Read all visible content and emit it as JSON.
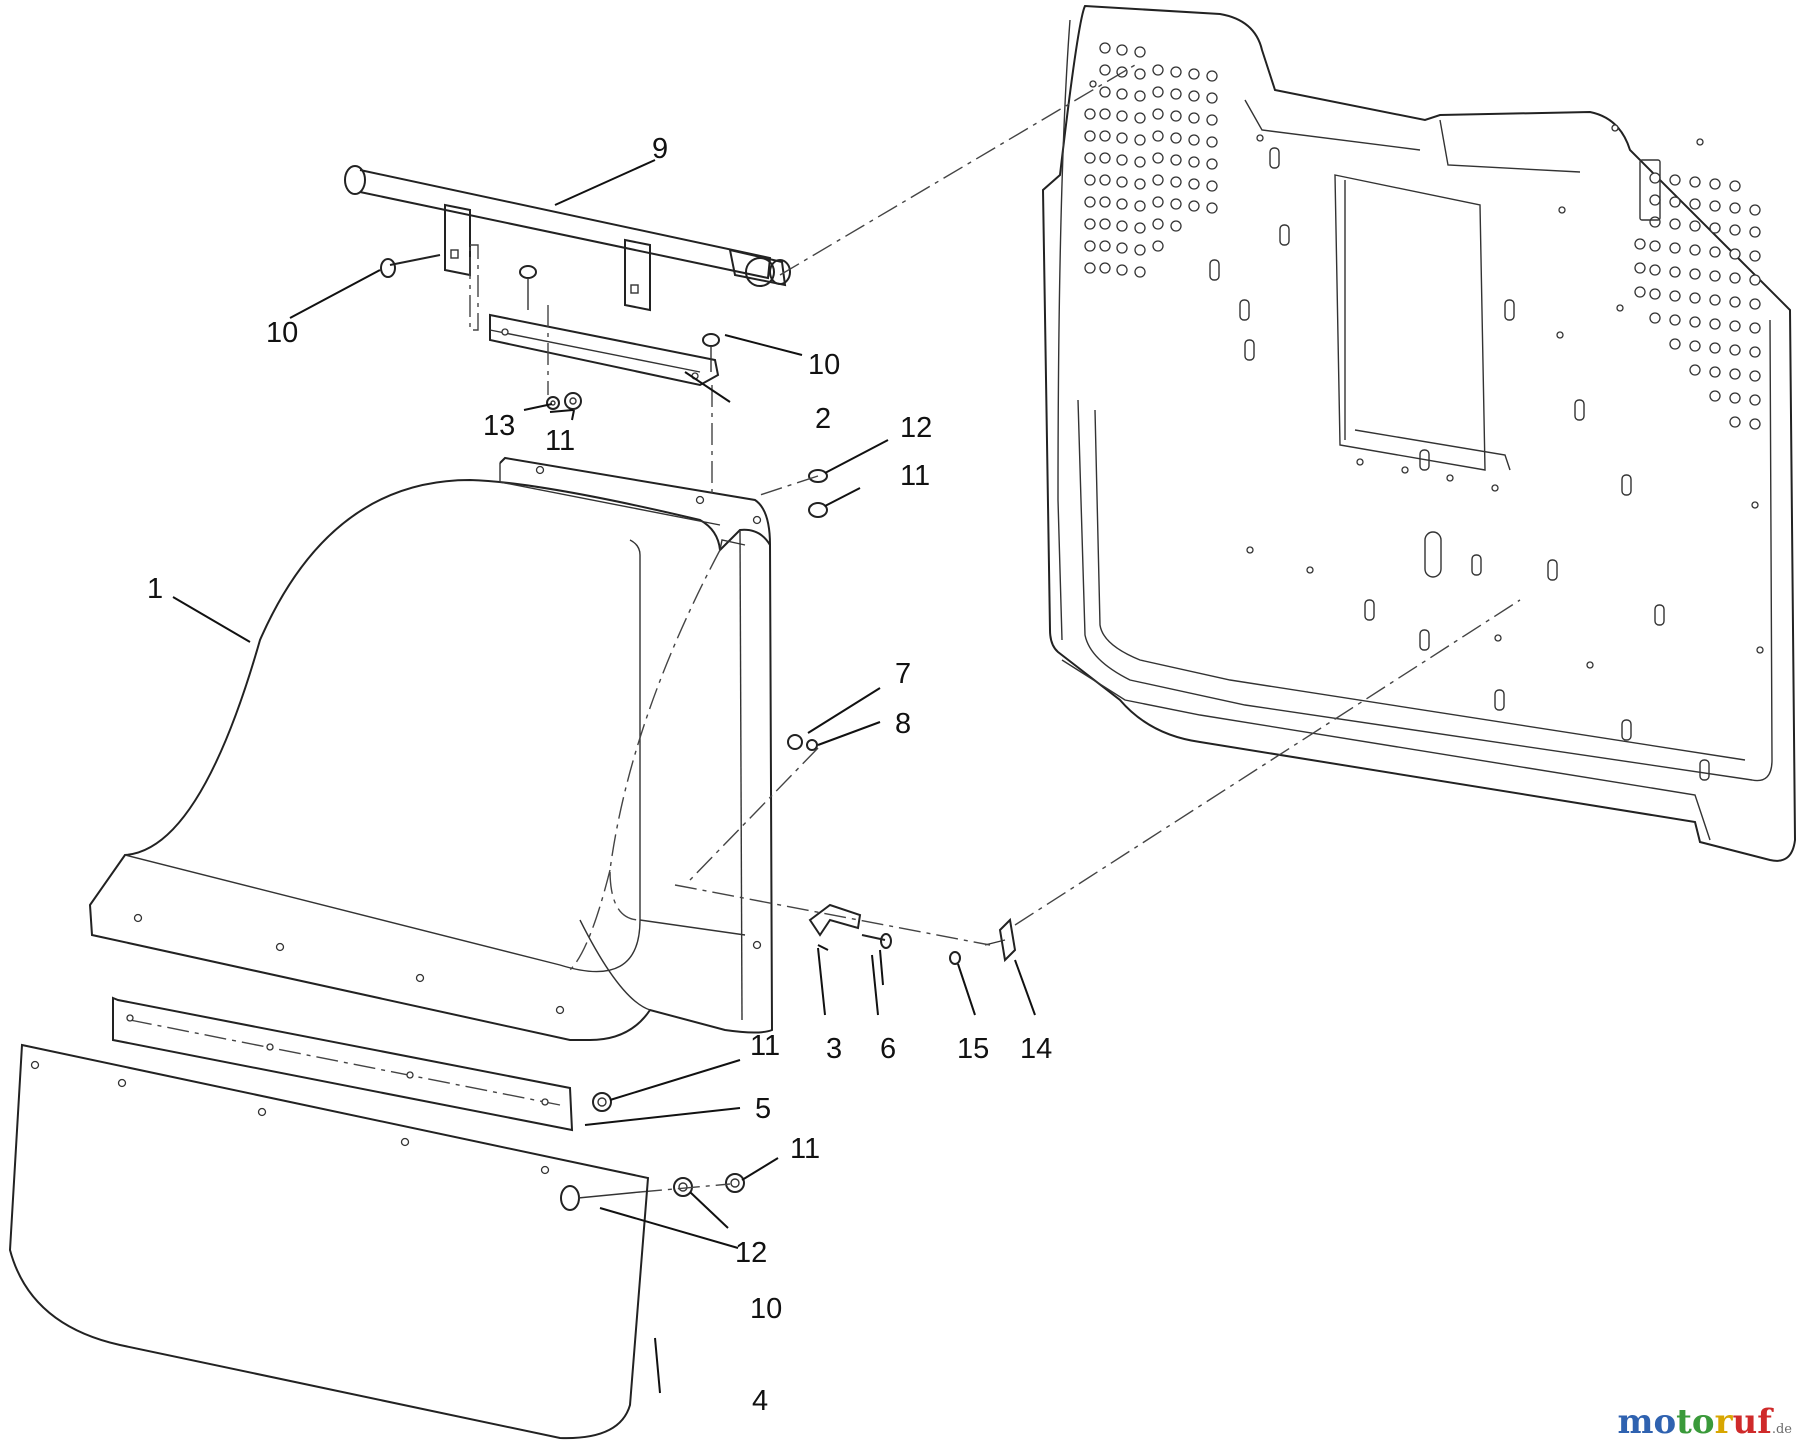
{
  "callouts": [
    {
      "id": "c1",
      "label": "1"
    },
    {
      "id": "c2",
      "label": "2"
    },
    {
      "id": "c3",
      "label": "3"
    },
    {
      "id": "c4",
      "label": "4"
    },
    {
      "id": "c5",
      "label": "5"
    },
    {
      "id": "c6",
      "label": "6"
    },
    {
      "id": "c7",
      "label": "7"
    },
    {
      "id": "c8",
      "label": "8"
    },
    {
      "id": "c9",
      "label": "9"
    },
    {
      "id": "c10a",
      "label": "10"
    },
    {
      "id": "c10b",
      "label": "10"
    },
    {
      "id": "c10c",
      "label": "10"
    },
    {
      "id": "c11a",
      "label": "11"
    },
    {
      "id": "c11b",
      "label": "11"
    },
    {
      "id": "c11c",
      "label": "11"
    },
    {
      "id": "c11d",
      "label": "11"
    },
    {
      "id": "c12a",
      "label": "12"
    },
    {
      "id": "c12b",
      "label": "12"
    },
    {
      "id": "c13",
      "label": "13"
    },
    {
      "id": "c14",
      "label": "14"
    },
    {
      "id": "c15",
      "label": "15"
    }
  ],
  "watermark": {
    "brand": "motoruf",
    "tld": ".de",
    "colors": [
      "#2f62b0",
      "#3a9a3a",
      "#d8a600",
      "#cf2a2a"
    ]
  }
}
